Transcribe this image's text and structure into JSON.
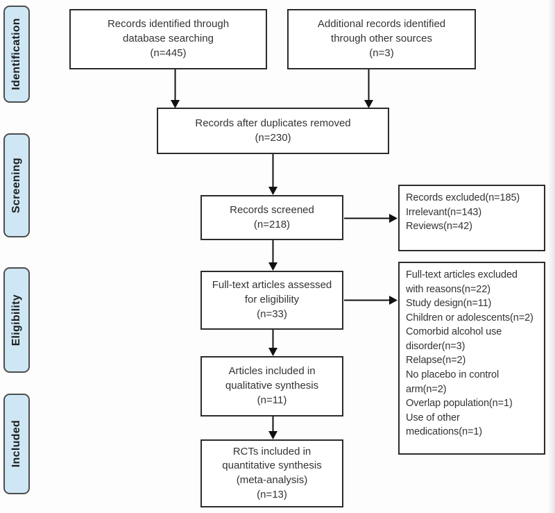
{
  "figure": {
    "kind": "prisma-flow-diagram"
  },
  "colors": {
    "stage_fill": "#cfe7f5",
    "stage_border": "#4d4d4d",
    "box_border": "#2b2b2b",
    "box_fill": "#ffffff",
    "text": "#333333",
    "arrow": "#111111"
  },
  "sidebar": {
    "stages": [
      {
        "label": "Identification"
      },
      {
        "label": "Screening"
      },
      {
        "label": "Eligibility"
      },
      {
        "label": "Included"
      }
    ]
  },
  "nodes": {
    "records_identified": {
      "text": "Records identified through\ndatabase searching\n(n=445)"
    },
    "additional_records": {
      "text": "Additional records identified\nthrough other sources\n(n=3)"
    },
    "duplicates_removed": {
      "text": "Records after duplicates removed\n(n=230)"
    },
    "records_screened": {
      "text": "Records screened\n(n=218)"
    },
    "records_excluded": {
      "text": "Records excluded(n=185)\nIrrelevant(n=143)\nReviews(n=42)"
    },
    "fulltext_assessed": {
      "text": "Full-text articles assessed\nfor eligibility\n(n=33)"
    },
    "fulltext_excluded": {
      "text": "Full-text articles excluded\nwith reasons(n=22)\nStudy design(n=11)\nChildren or adolescents(n=2)\nComorbid alcohol use\ndisorder(n=3)\nRelapse(n=2)\nNo placebo in control\narm(n=2)\nOverlap population(n=1)\nUse of other\nmedications(n=1)"
    },
    "qualitative_synthesis": {
      "text": "Articles included in\nqualitative synthesis\n(n=11)"
    },
    "quantitative_synthesis": {
      "text": "RCTs included in\nquantitative synthesis\n(meta-analysis)\n(n=13)"
    }
  }
}
